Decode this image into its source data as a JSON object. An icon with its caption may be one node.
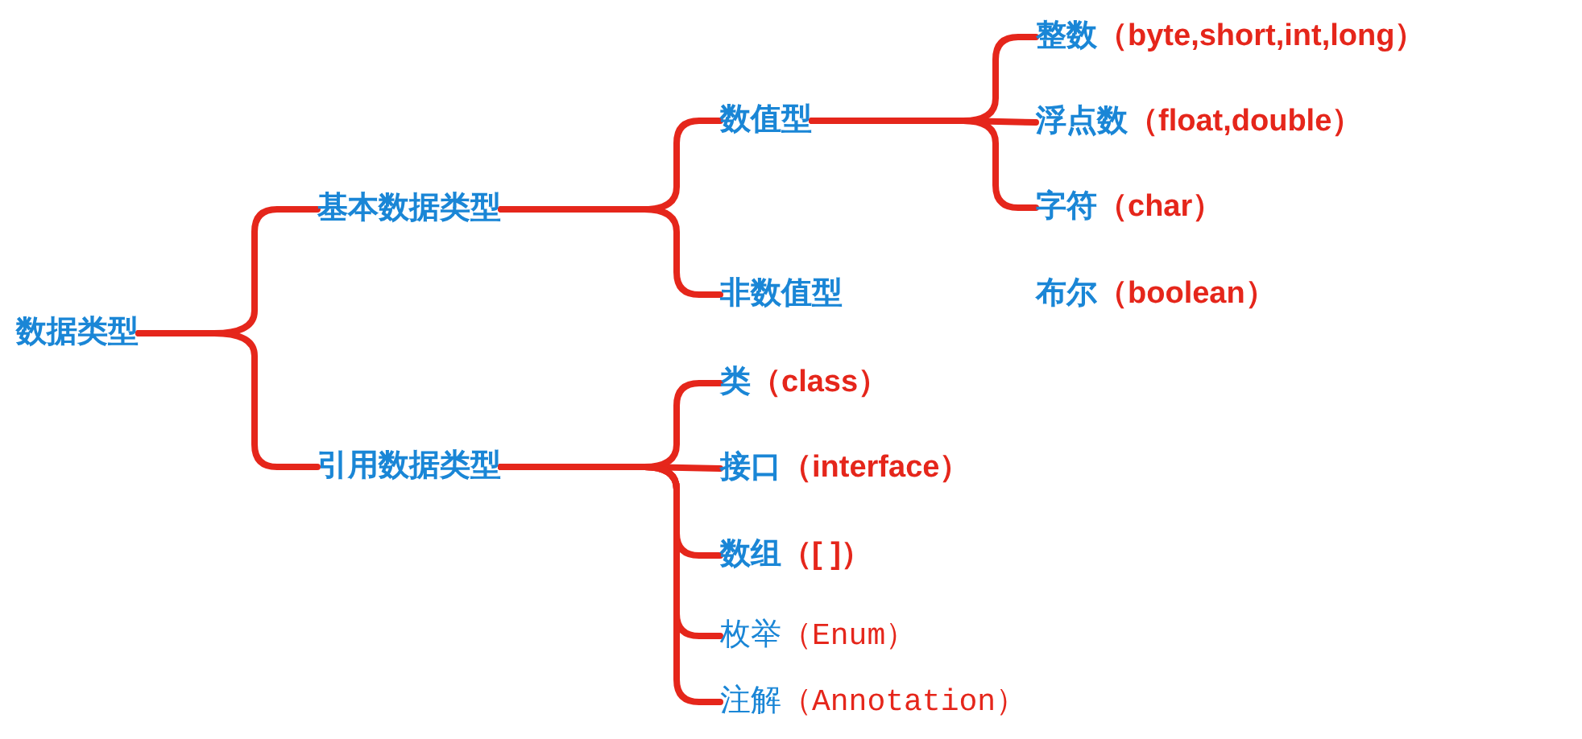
{
  "diagram": {
    "nodes": [
      {
        "text": [
          "数据类型"
        ]
      },
      {
        "text": [
          "基本数据类型"
        ]
      },
      {
        "text": [
          "数值型"
        ]
      },
      {
        "text": [
          "整数",
          "（byte,short,int,long）"
        ]
      },
      {
        "text": [
          "浮点数",
          "（float,double）"
        ]
      },
      {
        "text": [
          "字符",
          "（char）"
        ]
      },
      {
        "text": [
          "非数值型"
        ]
      },
      {
        "text": [
          "布尔",
          "（boolean）"
        ]
      },
      {
        "text": [
          "引用数据类型"
        ]
      },
      {
        "text": [
          "类",
          "（class）"
        ]
      },
      {
        "text": [
          "接口",
          "（interface）"
        ]
      },
      {
        "text": [
          "数组",
          "（[ ]）"
        ]
      },
      {
        "text": [
          "枚举",
          "（Enum）"
        ]
      },
      {
        "text": [
          "注解",
          "（Annotation）"
        ]
      }
    ],
    "edges": [
      {
        "from": 0,
        "to": 1,
        "arrow": "none"
      },
      {
        "from": 0,
        "to": 8,
        "arrow": "none"
      },
      {
        "from": 1,
        "to": 2,
        "arrow": "none"
      },
      {
        "from": 1,
        "to": 6,
        "arrow": "none"
      },
      {
        "from": 2,
        "to": 3,
        "arrow": "none"
      },
      {
        "from": 2,
        "to": 4,
        "arrow": "none"
      },
      {
        "from": 2,
        "to": 5,
        "arrow": "none"
      },
      {
        "from": 8,
        "to": 9,
        "arrow": "none"
      },
      {
        "from": 8,
        "to": 10,
        "arrow": "none"
      },
      {
        "from": 8,
        "to": 11,
        "arrow": "none"
      },
      {
        "from": 8,
        "to": 12,
        "arrow": "none"
      },
      {
        "from": 8,
        "to": 13,
        "arrow": "none"
      }
    ]
  }
}
